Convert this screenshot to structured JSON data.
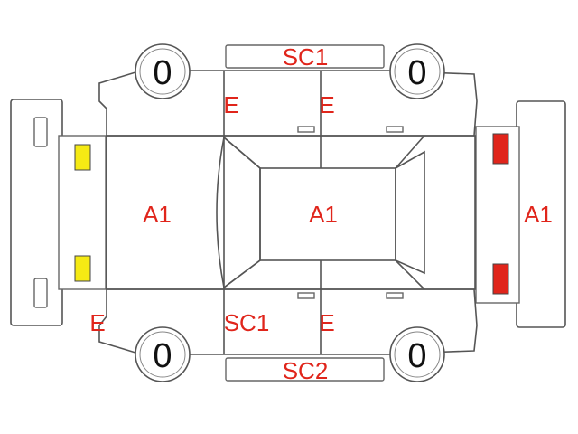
{
  "diagram": {
    "tires": {
      "front_left": "0",
      "front_right": "0",
      "rear_left": "0",
      "rear_right": "0"
    },
    "codes": {
      "roof_top": "SC1",
      "top_front_door": "E",
      "top_rear_door": "E",
      "hood": "A1",
      "roof": "A1",
      "rear_panel": "A1",
      "bottom_front_fender": "E",
      "bottom_front_door": "SC1",
      "bottom_rear_door": "E",
      "bottom_rocker": "SC2"
    },
    "colors": {
      "code_text": "#e0251b",
      "front_lamp": "#f5ea14",
      "rear_lamp": "#e0251b",
      "outline": "#555555"
    }
  }
}
